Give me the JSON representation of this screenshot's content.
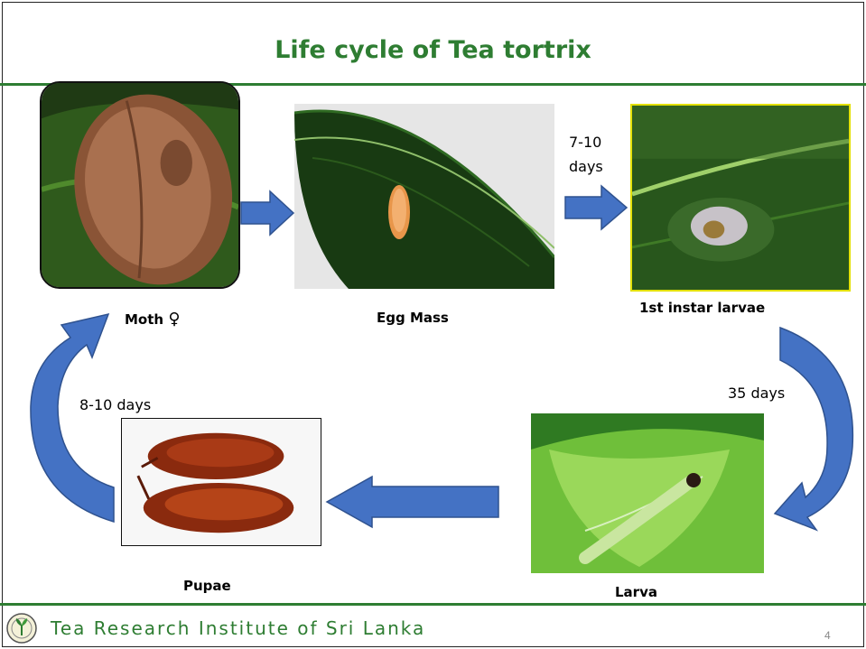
{
  "slide": {
    "title": "Life cycle of Tea tortrix",
    "page_number": "4"
  },
  "stages": {
    "moth": "Moth",
    "female_symbol": "♀",
    "egg_mass": "Egg Mass",
    "first_instar": "1st instar larvae",
    "larva": "Larva",
    "pupae": "Pupae"
  },
  "durations": {
    "egg_to_first_instar_line1": "7-10",
    "egg_to_first_instar_line2": "days",
    "first_instar_to_larva": "35 days",
    "pupae_to_moth": "8-10 days"
  },
  "footer": {
    "institute": "Tea Research Institute of Sri Lanka"
  },
  "colors": {
    "accent_green": "#2e7d32",
    "arrow_fill": "#4472c4",
    "arrow_stroke": "#2f528f"
  }
}
